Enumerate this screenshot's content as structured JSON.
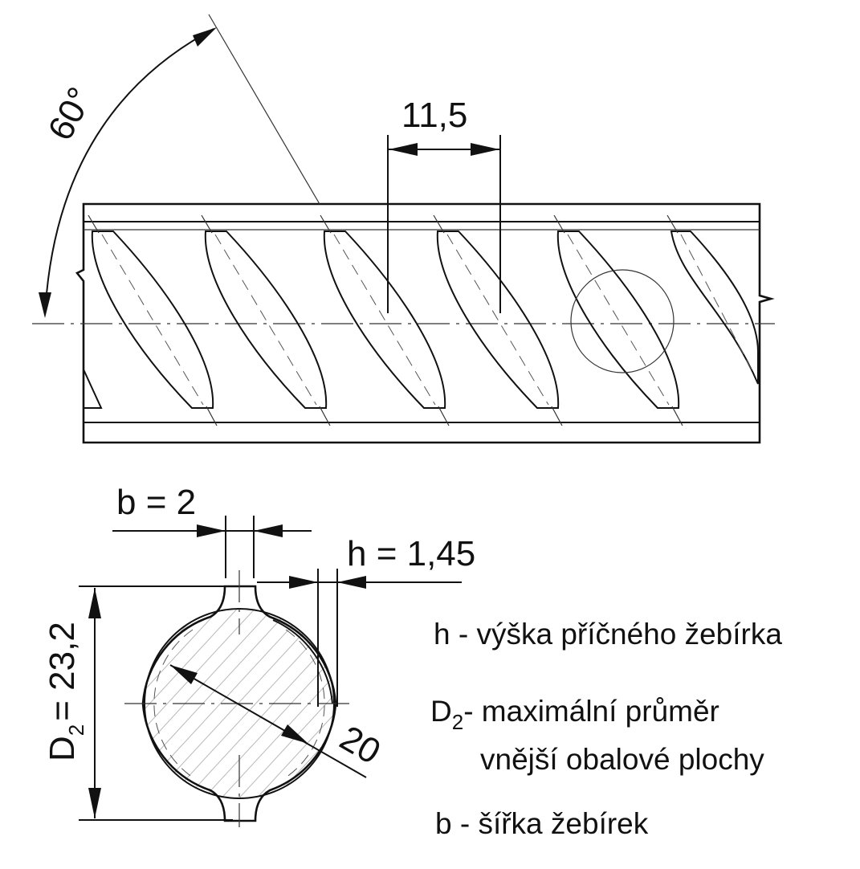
{
  "dimensions": {
    "angle": "60°",
    "pitch": "11,5",
    "rib_width": "b = 2",
    "rib_height": "h = 1,45",
    "diameter_main": "D",
    "diameter_sub": "2",
    "diameter_value": "= 23,2",
    "core_diameter": "20"
  },
  "legend": {
    "h": "h - výška příčného žebírka",
    "d2_main": "D",
    "d2_sub": "2",
    "d2_line1": "- maximální průměr",
    "d2_line2": "vnější obalové plochy",
    "b": "b - šířka žebírek"
  }
}
